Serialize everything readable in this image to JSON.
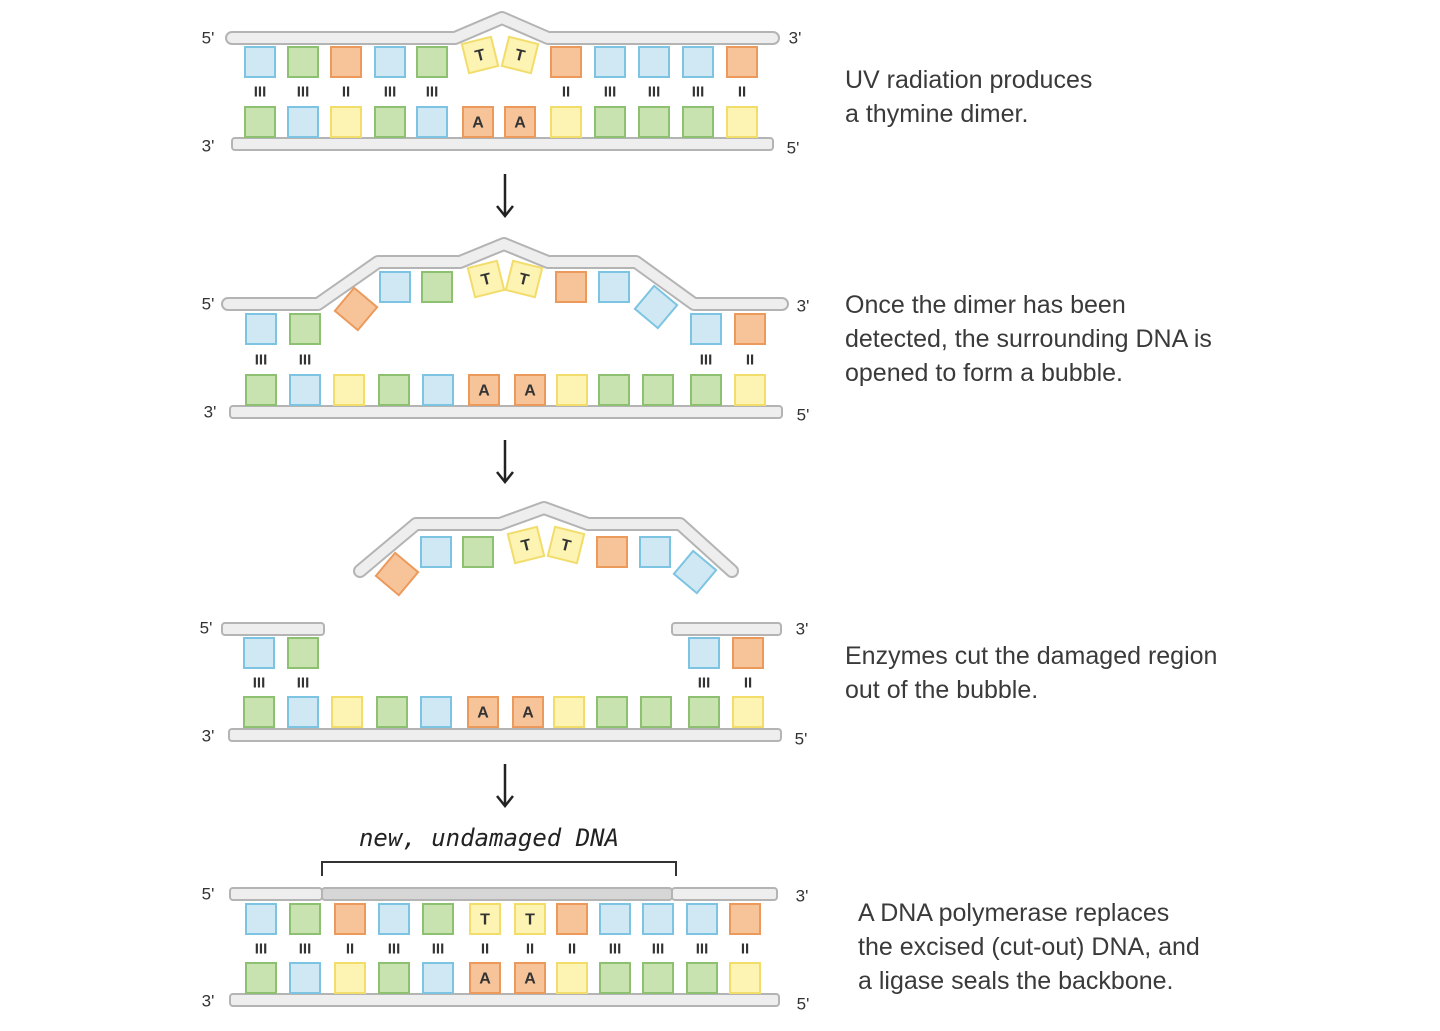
{
  "steps": [
    {
      "caption_lines": [
        "UV radiation produces",
        "a thymine dimer."
      ]
    },
    {
      "caption_lines": [
        "Once the dimer has been",
        "detected, the surrounding DNA is",
        "opened to form a bubble."
      ]
    },
    {
      "caption_lines": [
        "Enzymes cut the damaged region",
        "out of the bubble."
      ]
    },
    {
      "caption_lines": [
        "A DNA polymerase replaces",
        "the excised (cut-out) DNA, and",
        "a ligase seals the backbone."
      ]
    }
  ],
  "strand_labels": {
    "five_prime": "5'",
    "three_prime": "3'"
  },
  "base_letters": {
    "thymine": "T",
    "adenine": "A"
  },
  "bond_marks": {
    "triple": "III",
    "double": "II"
  },
  "new_dna_label": "new, undamaged DNA",
  "colors": {
    "blue": "#cfe8f4",
    "blue_edge": "#7cc4e2",
    "green": "#c8e2b0",
    "green_edge": "#8dc071",
    "orange": "#f7c49a",
    "orange_edge": "#eb9a5c",
    "yellow": "#fdf3b3",
    "yellow_edge": "#f2dc6a",
    "backbone": "#eeeeee",
    "backbone_edge": "#b4b4b4",
    "new_backbone": "#d6d6d6"
  },
  "top_strand_bases": [
    "blue",
    "green",
    "orange",
    "blue",
    "green",
    "yellow",
    "yellow",
    "orange",
    "blue",
    "blue",
    "blue",
    "orange"
  ],
  "bottom_strand_bases": [
    "green",
    "blue",
    "yellow",
    "green",
    "blue",
    "orange",
    "orange",
    "yellow",
    "green",
    "green",
    "green",
    "yellow"
  ],
  "pairing": [
    "III",
    "III",
    "II",
    "III",
    "III",
    "II",
    "II",
    "II",
    "III",
    "III",
    "III",
    "II"
  ]
}
